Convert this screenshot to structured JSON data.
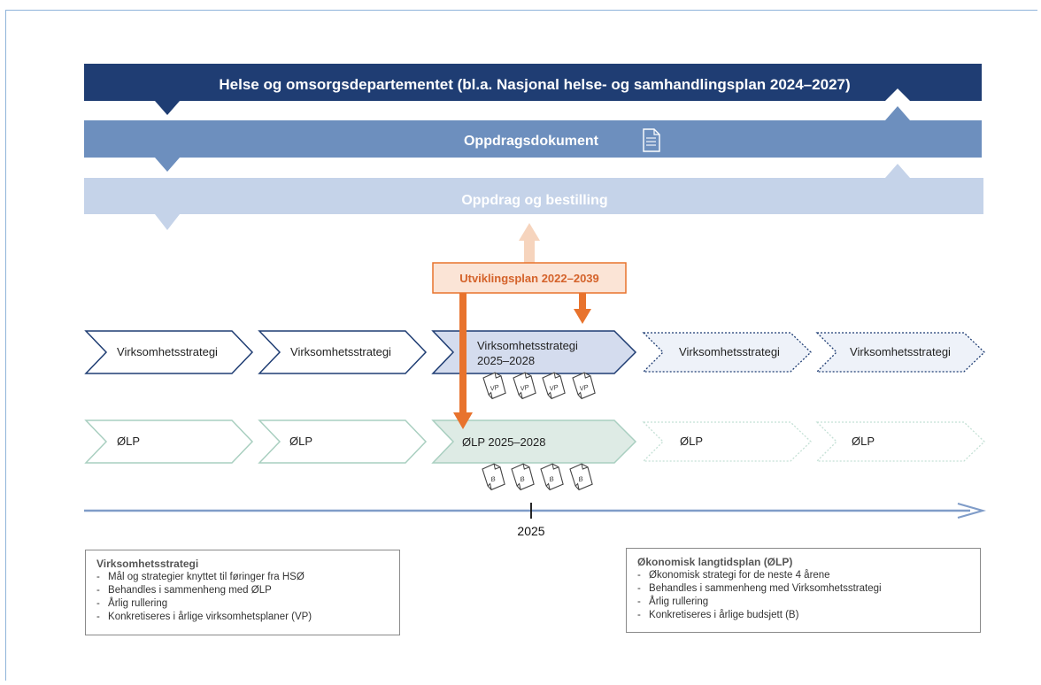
{
  "bands": {
    "top": "Helse og omsorgsdepartementet (bl.a. Nasjonal helse- og samhandlingsplan 2024–2027)",
    "middle": "Oppdragsdokument",
    "lower": "Oppdrag og bestilling"
  },
  "development_plan": "Utviklingsplan 2022–2039",
  "strategy_row": {
    "past": [
      "Virksomhetsstrategi",
      "Virksomhetsstrategi"
    ],
    "current_line1": "Virksomhetsstrategi",
    "current_line2": "2025–2028",
    "future": [
      "Virksomhetsstrategi",
      "Virksomhetsstrategi"
    ],
    "doc_label": "VP"
  },
  "olp_row": {
    "past": [
      "ØLP",
      "ØLP"
    ],
    "current": "ØLP 2025–2028",
    "future": [
      "ØLP",
      "ØLP"
    ],
    "doc_label": "B"
  },
  "timeline": {
    "year": "2025"
  },
  "legend_left": {
    "title": "Virksomhetsstrategi",
    "items": [
      "Mål og strategier knyttet til føringer fra HSØ",
      "Behandles i sammenheng med ØLP",
      "Årlig rullering",
      "Konkretiseres i årlige virksomhetsplaner (VP)"
    ]
  },
  "legend_right": {
    "title": "Økonomisk langtidsplan (ØLP)",
    "items": [
      "Økonomisk strategi for de neste 4 årene",
      "Behandles i sammenheng med Virksomhetsstrategi",
      "Årlig rullering",
      "Konkretiseres i årlige budsjett (B)"
    ]
  },
  "colors": {
    "navy": "#1f3d73",
    "mid_blue": "#6d8fbe",
    "light_blue": "#c5d3e9",
    "orange": "#e8732d",
    "orange_light": "#f6d4bd",
    "current_strategy_fill": "#d4dcee",
    "current_olp_fill": "#deebe5",
    "olp_outline": "#a9cfc0",
    "timeline": "#7f9cc8"
  }
}
